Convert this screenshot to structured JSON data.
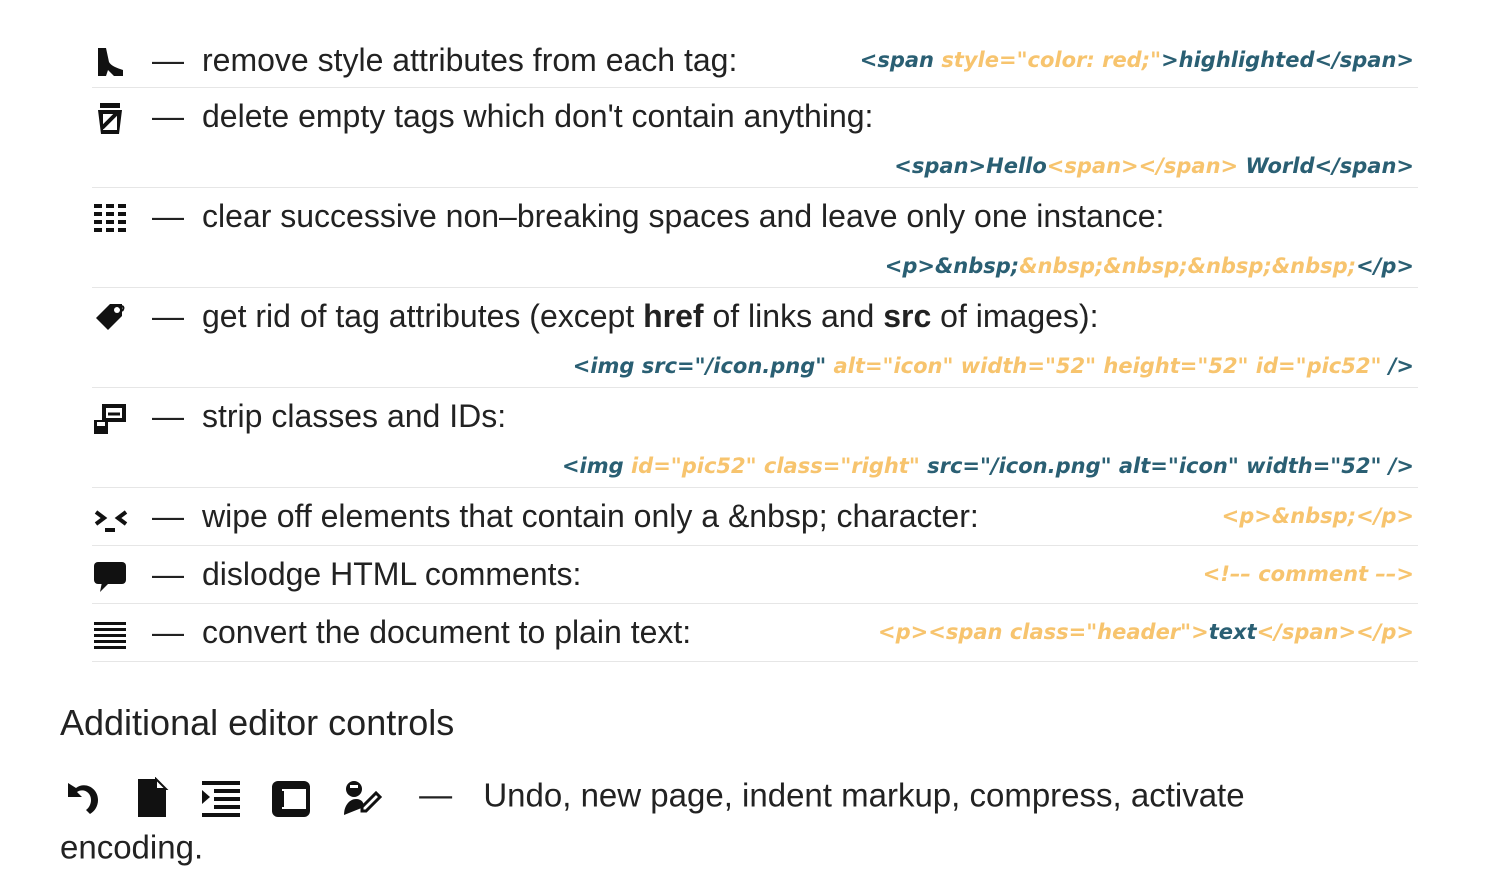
{
  "cleaners": [
    {
      "icon": "shoe-icon",
      "dash": "—",
      "desc_parts": [
        {
          "t": "remove style attributes from each tag:",
          "b": false
        }
      ],
      "layout": "inline",
      "code": [
        {
          "t": "<span ",
          "c": "teal"
        },
        {
          "t": "style=\"color: red;\"",
          "c": "orange"
        },
        {
          "t": ">highlighted</span>",
          "c": "teal"
        }
      ]
    },
    {
      "icon": "empty-bin-icon",
      "dash": "—",
      "desc_parts": [
        {
          "t": "delete empty tags which don't contain anything:",
          "b": false
        }
      ],
      "layout": "two",
      "code": [
        {
          "t": "<span>Hello",
          "c": "teal"
        },
        {
          "t": "<span></span>",
          "c": "orange"
        },
        {
          "t": " World</span>",
          "c": "teal"
        }
      ]
    },
    {
      "icon": "dotted-lines-icon",
      "dash": "—",
      "desc_parts": [
        {
          "t": "clear successive non–breaking spaces and leave only one instance:",
          "b": false
        }
      ],
      "layout": "two",
      "code": [
        {
          "t": "<p>&nbsp;",
          "c": "teal"
        },
        {
          "t": "&nbsp;&nbsp;&nbsp;&nbsp;",
          "c": "orange"
        },
        {
          "t": "</p>",
          "c": "teal"
        }
      ]
    },
    {
      "icon": "tag-icon",
      "dash": "—",
      "desc_parts": [
        {
          "t": "get rid of tag attributes (except ",
          "b": false
        },
        {
          "t": "href",
          "b": true
        },
        {
          "t": " of links and ",
          "b": false
        },
        {
          "t": "src",
          "b": true
        },
        {
          "t": " of images):",
          "b": false
        }
      ],
      "layout": "two",
      "code": [
        {
          "t": "<img src=\"/icon.png\" ",
          "c": "teal"
        },
        {
          "t": "alt=\"icon\" width=\"52\" height=\"52\" id=\"pic52\"",
          "c": "orange"
        },
        {
          "t": " />",
          "c": "teal"
        }
      ]
    },
    {
      "icon": "eraser-icon",
      "dash": "—",
      "desc_parts": [
        {
          "t": "strip classes and IDs:",
          "b": false
        }
      ],
      "layout": "two",
      "code": [
        {
          "t": "<img ",
          "c": "teal"
        },
        {
          "t": "id=\"pic52\" class=\"right\"",
          "c": "orange"
        },
        {
          "t": " src=\"/icon.png\" alt=\"icon\" width=\"52\" />",
          "c": "teal"
        }
      ]
    },
    {
      "icon": "nbsp-face-icon",
      "dash": "—",
      "desc_parts": [
        {
          "t": "wipe off elements that contain only a &nbsp; character:",
          "b": false
        }
      ],
      "layout": "inline",
      "code": [
        {
          "t": "<p>&nbsp;</p>",
          "c": "orange"
        }
      ]
    },
    {
      "icon": "speech-bubble-icon",
      "dash": "—",
      "desc_parts": [
        {
          "t": "dislodge HTML comments:",
          "b": false
        }
      ],
      "layout": "inline",
      "code": [
        {
          "t": "<!–– comment ––>",
          "c": "orange"
        }
      ]
    },
    {
      "icon": "align-lines-icon",
      "dash": "—",
      "desc_parts": [
        {
          "t": "convert the document to plain text:",
          "b": false
        }
      ],
      "layout": "inline",
      "code": [
        {
          "t": "<p><span class=\"header\">",
          "c": "orange"
        },
        {
          "t": "text",
          "c": "teal"
        },
        {
          "t": "</span></p>",
          "c": "orange"
        }
      ]
    }
  ],
  "additional": {
    "title": "Additional editor controls",
    "icons": [
      "undo-icon",
      "new-page-icon",
      "indent-icon",
      "compress-icon",
      "encode-icon"
    ],
    "dash": "—",
    "text": "Undo, new page, indent markup, compress, activate encoding."
  }
}
